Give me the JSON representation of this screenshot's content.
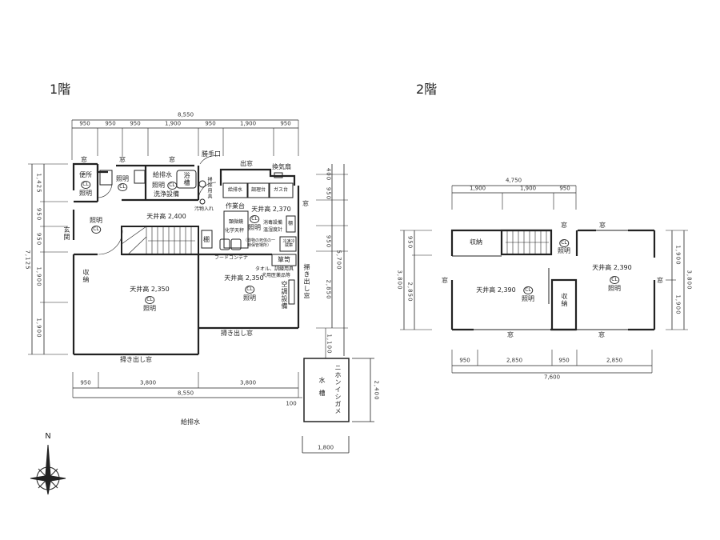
{
  "floor1": {
    "title": "1階",
    "dims": {
      "top_total": "8,550",
      "top_segments": [
        "950",
        "950",
        "950",
        "1,900",
        "950",
        "1,900",
        "950"
      ],
      "left_total": "7,125",
      "left_segments": [
        "1,425",
        "950",
        "950",
        "1,900",
        "1,900"
      ],
      "right_total": "5,700",
      "right_segments": [
        "400",
        "950",
        "950",
        "2,850"
      ],
      "right_extra": "1,100",
      "bottom_segments": [
        "950",
        "3,800",
        "3,800"
      ],
      "bottom_total": "8,550",
      "offset": "100",
      "tank_height": "2,400",
      "tank_width": "1,800"
    },
    "labels": {
      "window": "窓",
      "toilet": "便所",
      "light": "照明",
      "cl": "CL",
      "water_supply_drain": "給排水",
      "wash_equipment": "洗浄設備",
      "bathtub": "浴槽",
      "back_door": "勝手口",
      "cleaning_tools": "掃除用具",
      "dirt_container": "汚物入れ",
      "bay_window": "出窓",
      "ventilation_fan": "換気扇",
      "cooking_table": "調理台",
      "gas_table": "ガス台",
      "workbench": "作業台",
      "microscope": "顕微鏡",
      "chem_balance": "化学天秤",
      "ceiling_2370": "天井高 2,370",
      "ceiling_2400": "天井高 2,400",
      "ceiling_2350": "天井高 2,350",
      "disinfection": "消毒設備",
      "thermo_hygrometer": "温湿度計",
      "shelf": "棚",
      "carcass_storage": "（動物の死体の一時保管場所）",
      "freezer": "冷凍冷蔵庫",
      "food_container": "フードコンテナ",
      "cabinet": "箪笥",
      "towel_note": "タオル、訓練用具",
      "dog_medicine": "犬用医薬品等",
      "air_conditioning": "空調設備",
      "sweep_window": "掃き出し窓",
      "entrance": "玄関",
      "storage": "収納",
      "tank_maker": "ニホンイシガメ",
      "water_tank": "水槽",
      "drain_mark": "給排水"
    }
  },
  "floor2": {
    "title": "2階",
    "dims": {
      "top_total": "4,750",
      "top_segments": [
        "1,900",
        "1,900",
        "950"
      ],
      "left_total": "3,800",
      "left_segments": [
        "950",
        "2,850"
      ],
      "right_total": "3,800",
      "right_segments": [
        "1,900",
        "1,900"
      ],
      "bottom_segments": [
        "950",
        "2,850",
        "950",
        "2,850"
      ],
      "bottom_total": "7,600"
    },
    "labels": {
      "window": "窓",
      "storage": "収納",
      "light": "照明",
      "cl": "CL",
      "ceiling_2390": "天井高 2,390"
    }
  },
  "compass": {
    "north": "N"
  }
}
